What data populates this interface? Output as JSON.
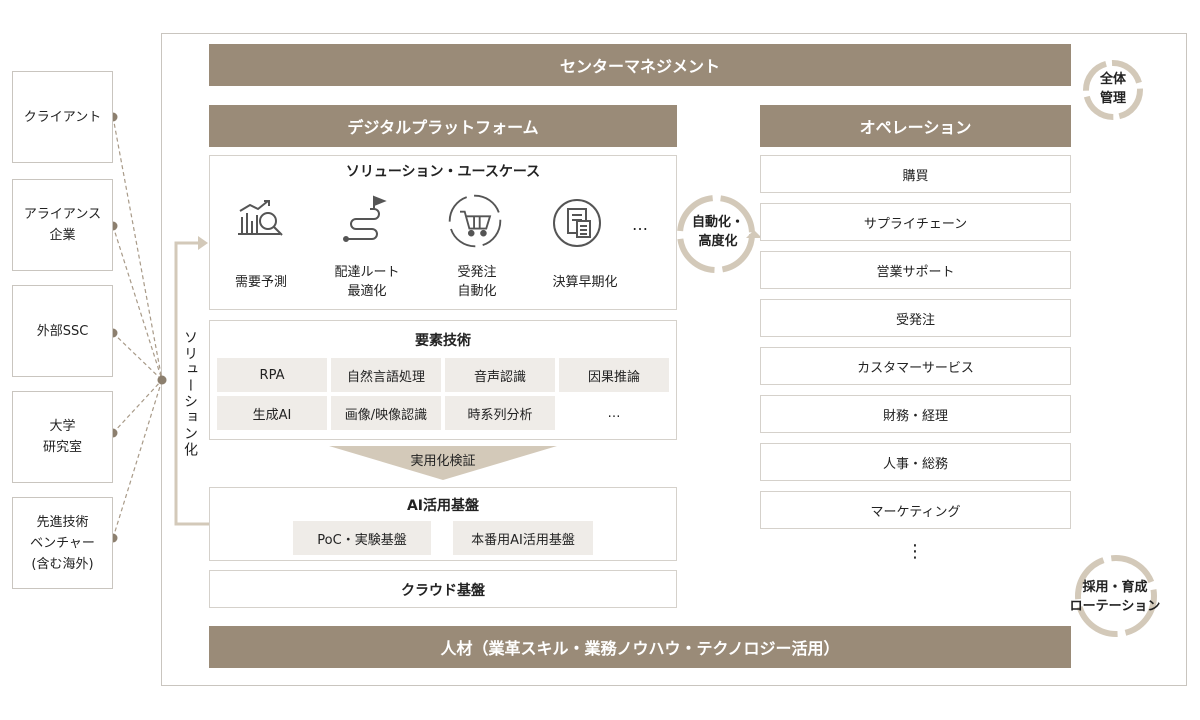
{
  "partners": [
    {
      "label": "クライアント"
    },
    {
      "label": "アライアンス\n企業"
    },
    {
      "label": "外部SSC"
    },
    {
      "label": "大学\n研究室"
    },
    {
      "label": "先進技術\nベンチャー\n(含む海外)"
    }
  ],
  "center_management": "センターマネジメント",
  "overall_management": "全体\n管理",
  "digital_platform": "デジタルプラットフォーム",
  "operations_title": "オペレーション",
  "solution_usecase": {
    "title": "ソリューション・ユースケース",
    "items": [
      {
        "label": "需要予測",
        "icon": "chart-magnifier-icon"
      },
      {
        "label": "配達ルート\n最適化",
        "icon": "route-flag-icon"
      },
      {
        "label": "受発注\n自動化",
        "icon": "cart-cycle-icon"
      },
      {
        "label": "決算早期化",
        "icon": "document-calculator-icon"
      }
    ],
    "more": "…"
  },
  "element_tech": {
    "title": "要素技術",
    "items": [
      "RPA",
      "自然言語処理",
      "音声認識",
      "因果推論",
      "生成AI",
      "画像/映像認識",
      "時系列分析",
      "…"
    ]
  },
  "practical_verification": "実用化検証",
  "ai_platform": {
    "title": "AI活用基盤",
    "items": [
      "PoC・実験基盤",
      "本番用AI活用基盤"
    ]
  },
  "cloud_platform": "クラウド基盤",
  "solutionize": "ソリューション化",
  "automation": "自動化・\n高度化",
  "operations": [
    "購買",
    "サプライチェーン",
    "営業サポート",
    "受発注",
    "カスタマーサービス",
    "財務・経理",
    "人事・総務",
    "マーケティング"
  ],
  "operations_more": "⋮",
  "hiring": "採用・育成\nローテーション",
  "talent": "人材（業革スキル・業務ノウハウ・テクノロジー活用）",
  "colors": {
    "band": "#9a8b78",
    "cycle": "#d3c9b9",
    "chip": "#efece8",
    "border": "#d5d1cb",
    "dots": "#8c7f6e"
  }
}
